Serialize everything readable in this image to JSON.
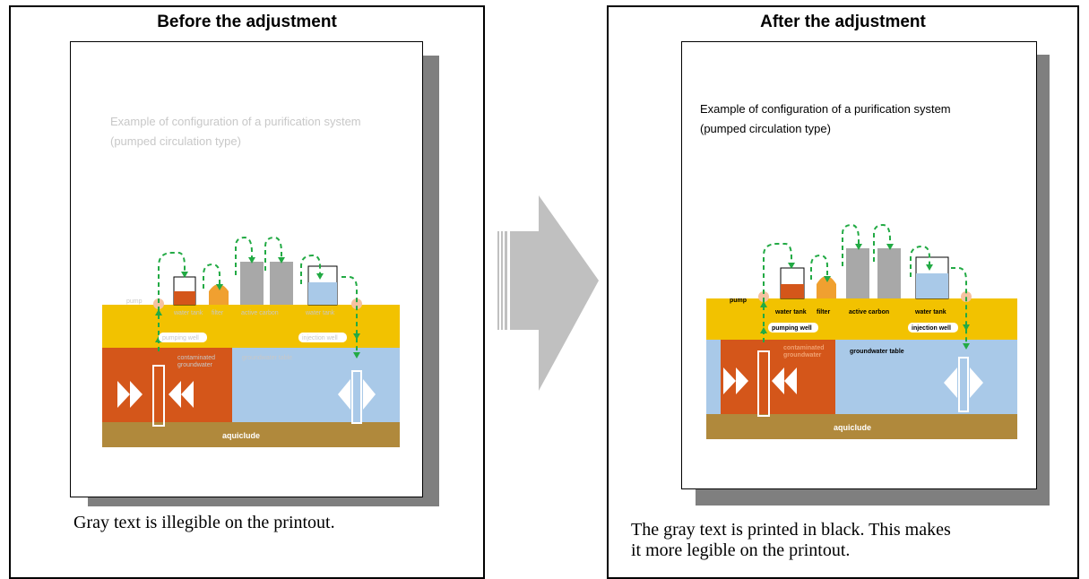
{
  "panels": {
    "before": {
      "title": "Before the adjustment",
      "caption": "Gray text is illegible on the printout."
    },
    "after": {
      "title": "After the adjustment",
      "caption_line1": "The gray text is printed in black.  This makes",
      "caption_line2": "it more legible on the printout."
    }
  },
  "diagram": {
    "title_line1": "Example of configuration of a purification system",
    "title_line2": "(pumped circulation type)",
    "labels": {
      "pump": "pump",
      "water_tank": "water tank",
      "filter": "filter",
      "active_carbon": "active carbon",
      "water_tank_2": "water tank",
      "pumping_well": "pumping well",
      "injection_well": "injection well",
      "contaminated": "contaminated",
      "groundwater": "groundwater",
      "groundwater_table": "groundwater table",
      "aquiclude": "aquiclude"
    }
  },
  "colors": {
    "before_text": "#c8c8c8",
    "after_text": "#000000",
    "yellow_layer": "#f2c200",
    "water_layer": "#a9c9e8",
    "contaminated": "#d4561a",
    "aquiclude": "#b0893c",
    "arrow": "#22aa44",
    "shadow": "#7f7f7f"
  }
}
